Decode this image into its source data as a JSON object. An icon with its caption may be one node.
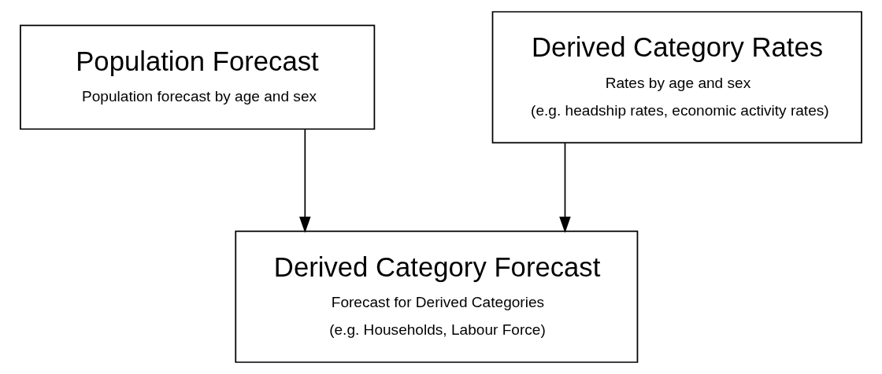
{
  "diagram": {
    "nodes": [
      {
        "text": [
          "Population Forecast",
          "Population forecast by age and sex"
        ]
      },
      {
        "text": [
          "Derived Category Rates",
          "Rates by age and sex",
          "(e.g. headship rates, economic activity rates)"
        ]
      },
      {
        "text": [
          "Derived Category Forecast",
          "Forecast for Derived Categories",
          "(e.g. Households, Labour Force)"
        ]
      }
    ],
    "edges": [
      {
        "from": 0,
        "to": 2,
        "arrow": "to"
      },
      {
        "from": 1,
        "to": 2,
        "arrow": "to"
      }
    ]
  }
}
